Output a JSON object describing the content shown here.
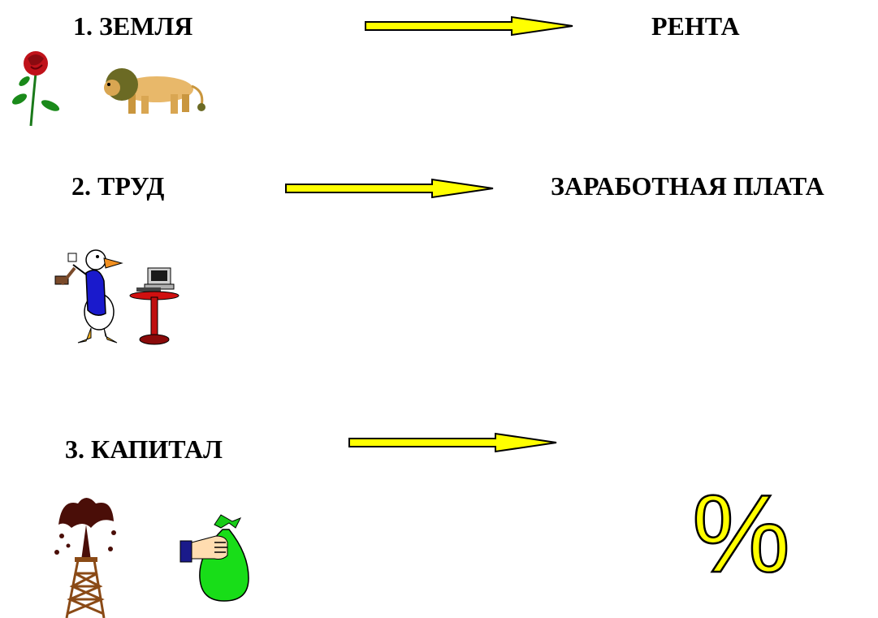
{
  "rows": [
    {
      "factor": "1.  ЗЕМЛЯ",
      "income": "РЕНТА"
    },
    {
      "factor": "2. ТРУД",
      "income": "ЗАРАБОТНАЯ ПЛАТА"
    },
    {
      "factor": "3. КАПИТАЛ",
      "income": "%"
    }
  ],
  "icons": {
    "row1": [
      "rose-icon",
      "lion-icon"
    ],
    "row2": [
      "duck-with-hammer-icon",
      "computer-desk-icon"
    ],
    "row3": [
      "oil-gusher-derrick-icon",
      "hand-holding-money-bag-icon"
    ]
  },
  "colors": {
    "arrow_fill": "#ffff00",
    "percent_fill": "#ffff00",
    "text": "#000000"
  }
}
